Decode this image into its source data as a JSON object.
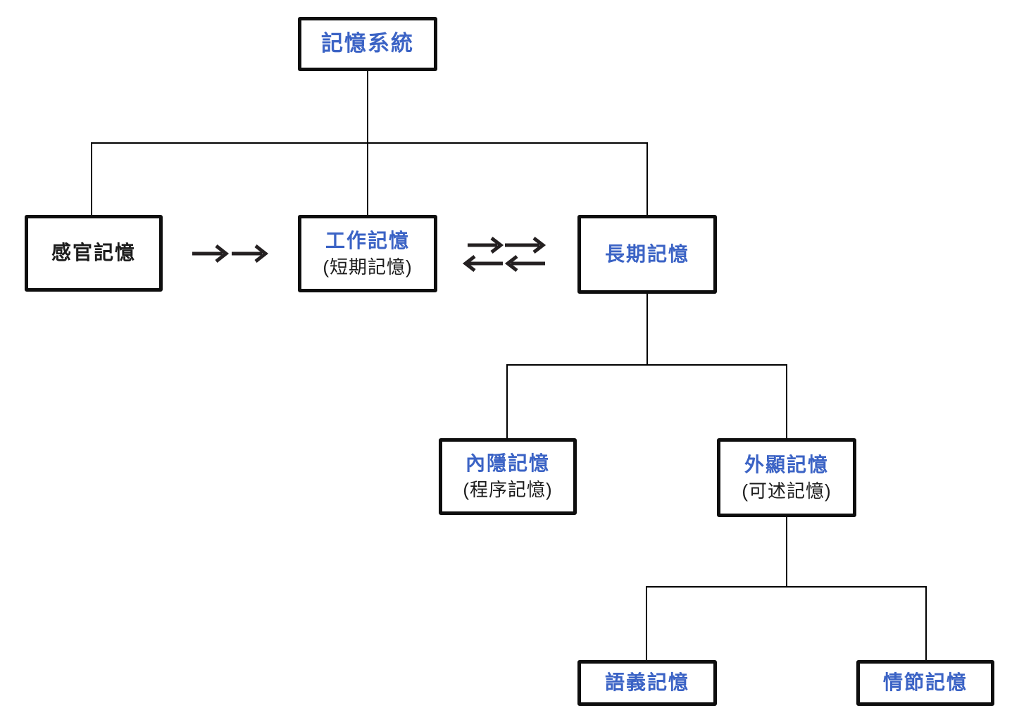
{
  "diagram_title": "記憶系統",
  "colors": {
    "accent_blue": "#3B63C5",
    "text_black": "#1c1c1c",
    "box_border": "#0e0e0e",
    "connector": "#000000",
    "arrow": "#242021",
    "background": "#ffffff"
  },
  "nodes": {
    "root": {
      "label": "記憶系統"
    },
    "sensory": {
      "label": "感官記憶"
    },
    "working": {
      "label": "工作記憶",
      "sublabel": "(短期記憶)"
    },
    "longterm": {
      "label": "長期記憶"
    },
    "implicit": {
      "label": "內隱記憶",
      "sublabel": "(程序記憶)"
    },
    "explicit": {
      "label": "外顯記憶",
      "sublabel": "(可述記憶)"
    },
    "semantic": {
      "label": "語義記憶"
    },
    "episodic": {
      "label": "情節記憶"
    }
  },
  "arrows": {
    "forward": "double-right-arrow",
    "exchange": "double-bidirectional-arrow"
  }
}
